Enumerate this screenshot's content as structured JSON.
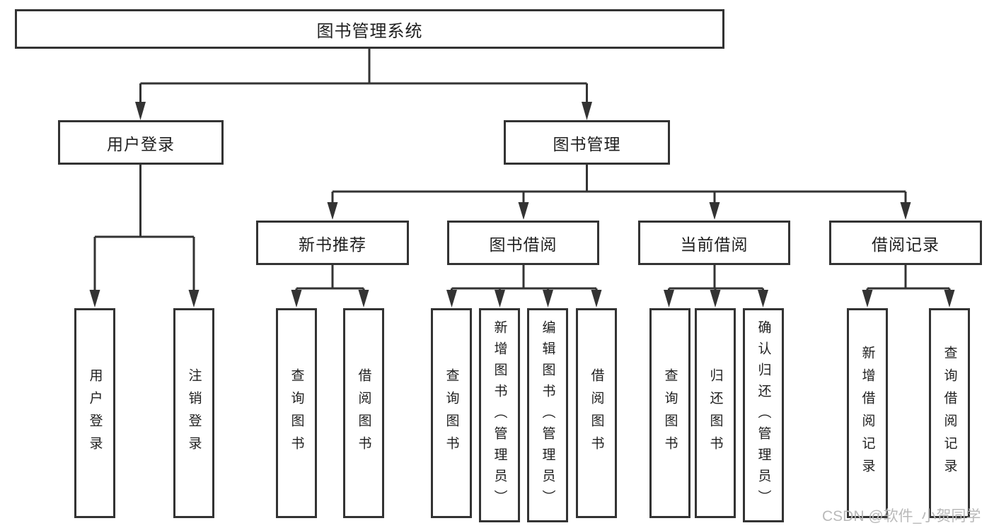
{
  "diagram": {
    "tree": {
      "root": {
        "label": "图书管理系统"
      },
      "level2": [
        {
          "label": "用户登录",
          "children": [
            "用户登录",
            "注销登录"
          ]
        },
        {
          "label": "图书管理"
        }
      ],
      "level3": [
        {
          "label": "新书推荐",
          "children": [
            "查询图书",
            "借阅图书"
          ]
        },
        {
          "label": "图书借阅",
          "children": [
            "查询图书",
            "新增图书（管理员）",
            "编辑图书（管理员）",
            "借阅图书"
          ]
        },
        {
          "label": "当前借阅",
          "children": [
            "查询图书",
            "归还图书",
            "确认归还（管理员）"
          ]
        },
        {
          "label": "借阅记录",
          "children": [
            "新增借阅记录",
            "查询借阅记录"
          ]
        }
      ]
    },
    "colors": {
      "line": "#333333",
      "text": "#1f1f1f",
      "watermark": "#b9b9b9"
    }
  },
  "watermark": {
    "text": "CSDN @软件_小贺同学"
  }
}
